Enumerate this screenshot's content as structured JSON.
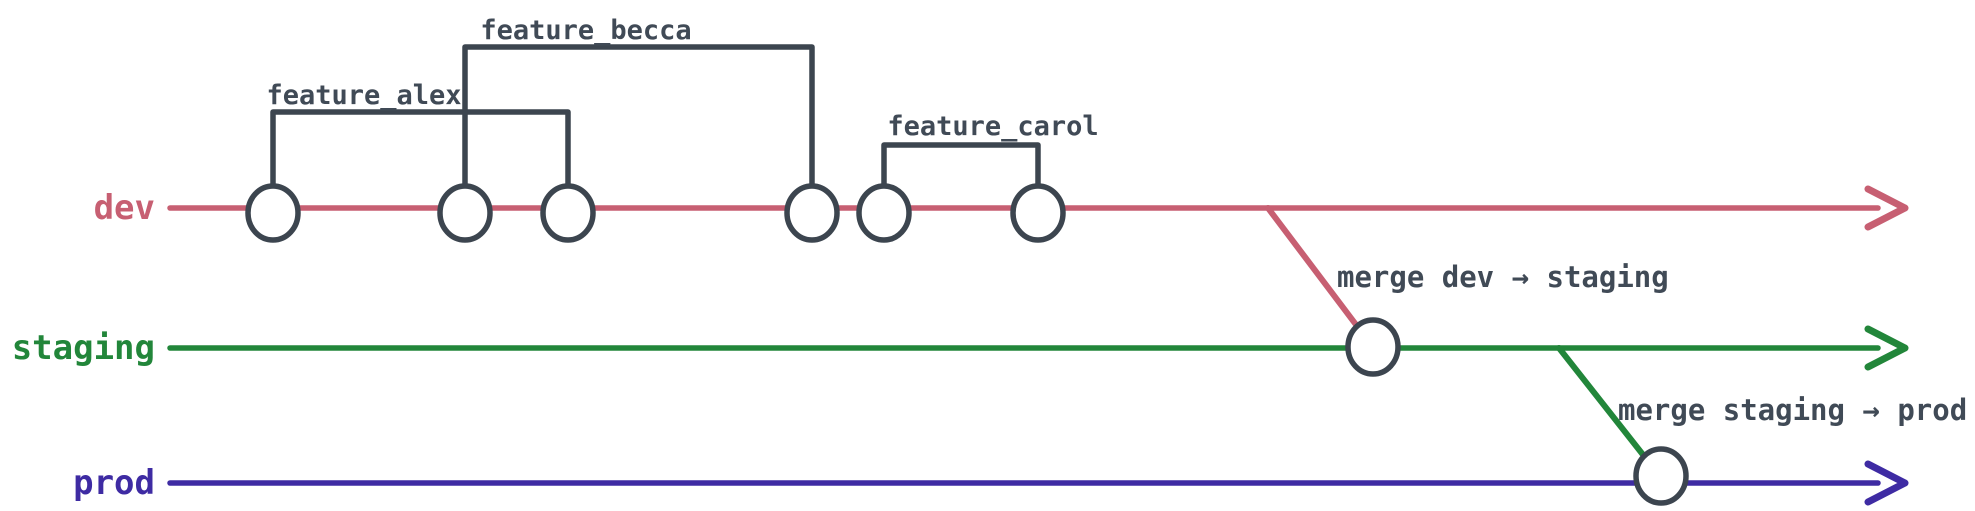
{
  "diagram": {
    "branches": [
      {
        "name": "dev",
        "color": "#c75f72"
      },
      {
        "name": "staging",
        "color": "#22863a"
      },
      {
        "name": "prod",
        "color": "#3e2ba3"
      }
    ],
    "dev_commit_count": 6,
    "features": [
      {
        "label": "feature_alex",
        "from_commit": 1,
        "to_commit": 3
      },
      {
        "label": "feature_becca",
        "from_commit": 2,
        "to_commit": 4
      },
      {
        "label": "feature_carol",
        "from_commit": 5,
        "to_commit": 6
      }
    ],
    "merges": [
      {
        "label": "merge dev → staging",
        "from": "dev",
        "to": "staging"
      },
      {
        "label": "merge staging → prod",
        "from": "staging",
        "to": "prod"
      }
    ],
    "colors": {
      "node_stroke": "#3c454f",
      "label_text": "#404a56",
      "background": "#ffffff"
    }
  }
}
